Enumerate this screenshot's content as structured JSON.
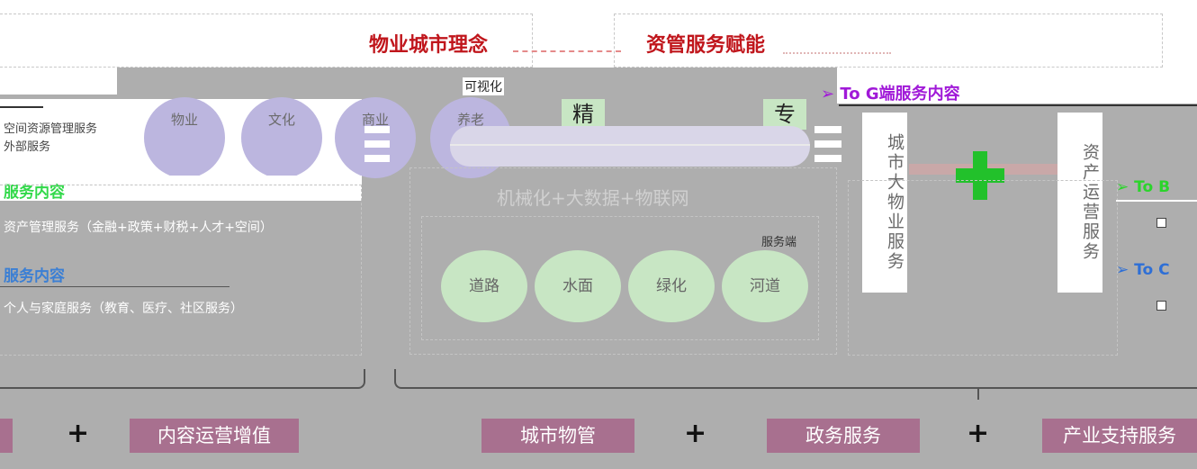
{
  "header": {
    "left_title": "物业城市理念",
    "right_title": "资管服务赋能"
  },
  "left_panel": {
    "top_lines": [
      "空间资源管理服务",
      "外部服务"
    ],
    "section1_title": "服务内容",
    "section1_text": "资产管理服务（金融+政策+财税+人才+空间）",
    "section2_title": "服务内容",
    "section2_text": "个人与家庭服务（教育、医疗、社区服务）",
    "purple_circles": [
      "物业",
      "文化",
      "商业",
      "养老"
    ]
  },
  "center_panel": {
    "top_label": "可视化",
    "badges": [
      "精",
      "专"
    ],
    "mechanism": "机械化+大数据+物联网",
    "inner_label": "服务端",
    "green_circles": [
      "道路",
      "水面",
      "绿化",
      "河道"
    ]
  },
  "right_panel": {
    "tog_title": "To G端服务内容",
    "vertical_col1": "城市大物业服务",
    "vertical_col2": "资产运营服务",
    "tob_title": "To B",
    "toc_title": "To C",
    "plus_symbol": "+"
  },
  "bottom_bar": {
    "plus": "+",
    "items": [
      "内容运营增值",
      "城市物管",
      "政务服务",
      "产业支持服务"
    ]
  },
  "colors": {
    "red": "#c0161c",
    "purple_box": "#a8708f",
    "green_plus": "#22c12b",
    "tog": "#a019d8",
    "tob": "#2bd42b",
    "toc": "#2e6fd6",
    "sec1": "#32d94a",
    "sec2": "#3b7fd4"
  }
}
